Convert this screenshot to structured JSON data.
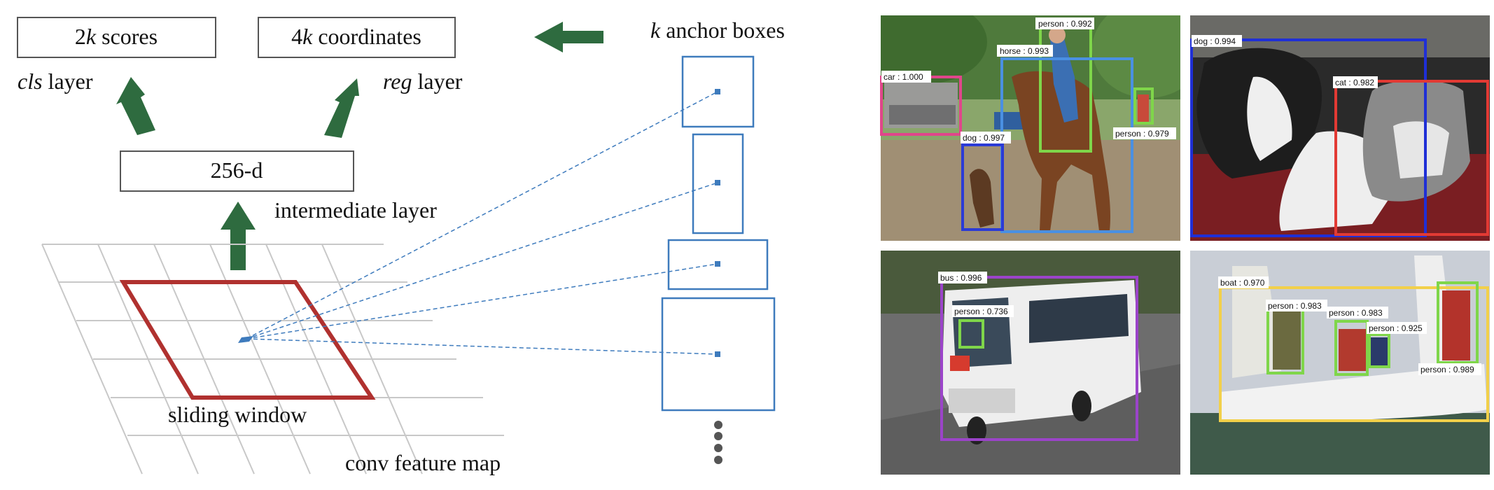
{
  "diagram": {
    "scores_box": {
      "num": "2",
      "var": "k",
      "rest": " scores"
    },
    "coords_box": {
      "num": "4",
      "var": "k",
      "rest": " coordinates"
    },
    "cls_label": {
      "var": "cls",
      "rest": " layer"
    },
    "reg_label": {
      "var": "reg",
      "rest": " layer"
    },
    "mid_box": "256-d",
    "intermediate_label": "intermediate layer",
    "sliding_window_label": "sliding window",
    "feature_map_label": "conv feature map",
    "anchor_title": {
      "var": "k",
      "rest": " anchor boxes"
    },
    "colors": {
      "arrow": "#2e6b3f",
      "window": "#b0312f",
      "anchor": "#3e7bbd",
      "grid": "#c8c8c8"
    }
  },
  "detections": {
    "panel_1": [
      {
        "label": "person : 0.992",
        "color": "#7fd64a"
      },
      {
        "label": "horse : 0.993",
        "color": "#4a90e2"
      },
      {
        "label": "car : 1.000",
        "color": "#e0468b"
      },
      {
        "label": "dog : 0.997",
        "color": "#2b3bd6"
      },
      {
        "label": "person : 0.979",
        "color": "#7fd64a"
      }
    ],
    "panel_2": [
      {
        "label": "dog : 0.994",
        "color": "#1f2fd6"
      },
      {
        "label": "cat : 0.982",
        "color": "#e23a34"
      }
    ],
    "panel_3": [
      {
        "label": "bus : 0.996",
        "color": "#9b44c9"
      },
      {
        "label": "person : 0.736",
        "color": "#7fd64a"
      }
    ],
    "panel_4": [
      {
        "label": "boat : 0.970",
        "color": "#f2d04a"
      },
      {
        "label": "person : 0.983",
        "color": "#7fd64a"
      },
      {
        "label": "person : 0.983",
        "color": "#7fd64a"
      },
      {
        "label": "person : 0.925",
        "color": "#7fd64a"
      },
      {
        "label": "person : 0.989",
        "color": "#7fd64a"
      }
    ]
  }
}
